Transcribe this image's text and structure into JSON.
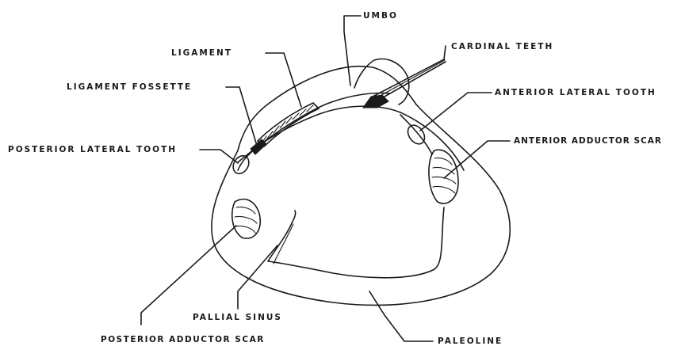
{
  "labels": {
    "umbo": "UMBO",
    "cardinal_teeth": "CARDINAL TEETH",
    "ligament": "LIGAMENT",
    "ligament_fossette": "LIGAMENT FOSSETTE",
    "anterior_lateral_tooth": "ANTERIOR LATERAL TOOTH",
    "posterior_lateral_tooth": "POSTERIOR LATERAL TOOTH",
    "anterior_adductor_scar": "ANTERIOR ADDUCTOR SCAR",
    "pallial_sinus": "PALLIAL SINUS",
    "posterior_adductor_scar": "POSTERIOR ADDUCTOR SCAR",
    "paleoline": "PALEOLINE"
  },
  "colors": {
    "ink": "#1a1a1a",
    "background": "#ffffff"
  }
}
